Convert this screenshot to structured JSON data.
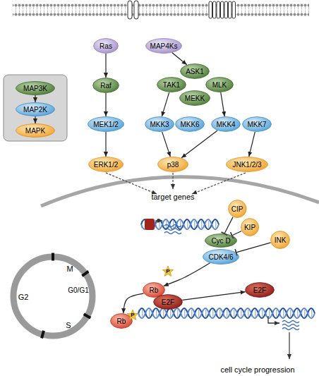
{
  "diagram": {
    "nodes": [
      {
        "text": [
          "Ras"
        ]
      },
      {
        "text": [
          "MAP4Ks"
        ]
      },
      {
        "text": [
          "ASK1"
        ]
      },
      {
        "text": [
          "MAP3K"
        ]
      },
      {
        "text": [
          "Raf"
        ]
      },
      {
        "text": [
          "TAK1"
        ]
      },
      {
        "text": [
          "MLK"
        ]
      },
      {
        "text": [
          "MEKK"
        ]
      },
      {
        "text": [
          "MAP2K"
        ]
      },
      {
        "text": [
          "MEK1/2"
        ]
      },
      {
        "text": [
          "MKK3"
        ]
      },
      {
        "text": [
          "MKK6"
        ]
      },
      {
        "text": [
          "MKK4"
        ]
      },
      {
        "text": [
          "MKK7"
        ]
      },
      {
        "text": [
          "MAPK"
        ]
      },
      {
        "text": [
          "ERK1/2"
        ]
      },
      {
        "text": [
          "p38"
        ]
      },
      {
        "text": [
          "JNK1/2/3"
        ]
      },
      {
        "text": [
          "CIP"
        ]
      },
      {
        "text": [
          "KIP"
        ]
      },
      {
        "text": [
          "Cyc D"
        ]
      },
      {
        "text": [
          "INK"
        ]
      },
      {
        "text": [
          "CDK4/6"
        ]
      },
      {
        "text": [
          "Rb"
        ]
      },
      {
        "text": [
          "E2F"
        ]
      },
      {
        "text": [
          "E2F"
        ]
      },
      {
        "text": [
          "Rb"
        ]
      }
    ],
    "edges": [
      {
        "from": 0,
        "to": 4,
        "arrow": "to"
      },
      {
        "from": 1,
        "to": 2,
        "arrow": "to"
      },
      {
        "from": 3,
        "to": 8,
        "arrow": "to"
      },
      {
        "from": 8,
        "to": 14,
        "arrow": "to"
      },
      {
        "from": 4,
        "to": 9,
        "arrow": "to"
      },
      {
        "from": 5,
        "to": 10,
        "arrow": "to"
      },
      {
        "from": 6,
        "to": 12,
        "arrow": "to"
      },
      {
        "from": 9,
        "to": 15,
        "arrow": "to"
      },
      {
        "from": 10,
        "to": 16,
        "arrow": "to"
      },
      {
        "from": 12,
        "to": 16,
        "arrow": "to"
      },
      {
        "from": 13,
        "to": 17,
        "arrow": "to"
      },
      {
        "from": 18,
        "to": 20,
        "arrow": "to"
      },
      {
        "from": 19,
        "to": 20,
        "arrow": "to"
      },
      {
        "from": 21,
        "to": 22,
        "arrow": "to"
      },
      {
        "from": 22,
        "to": 23,
        "arrow": "to"
      },
      {
        "from": 24,
        "to": 25,
        "arrow": "to"
      },
      {
        "from": 23,
        "to": 26,
        "arrow": "to"
      }
    ],
    "labels": [
      "target genes",
      "M",
      "P",
      "G0/G1",
      "G2",
      "P",
      "S",
      "cell cycle progression"
    ]
  }
}
